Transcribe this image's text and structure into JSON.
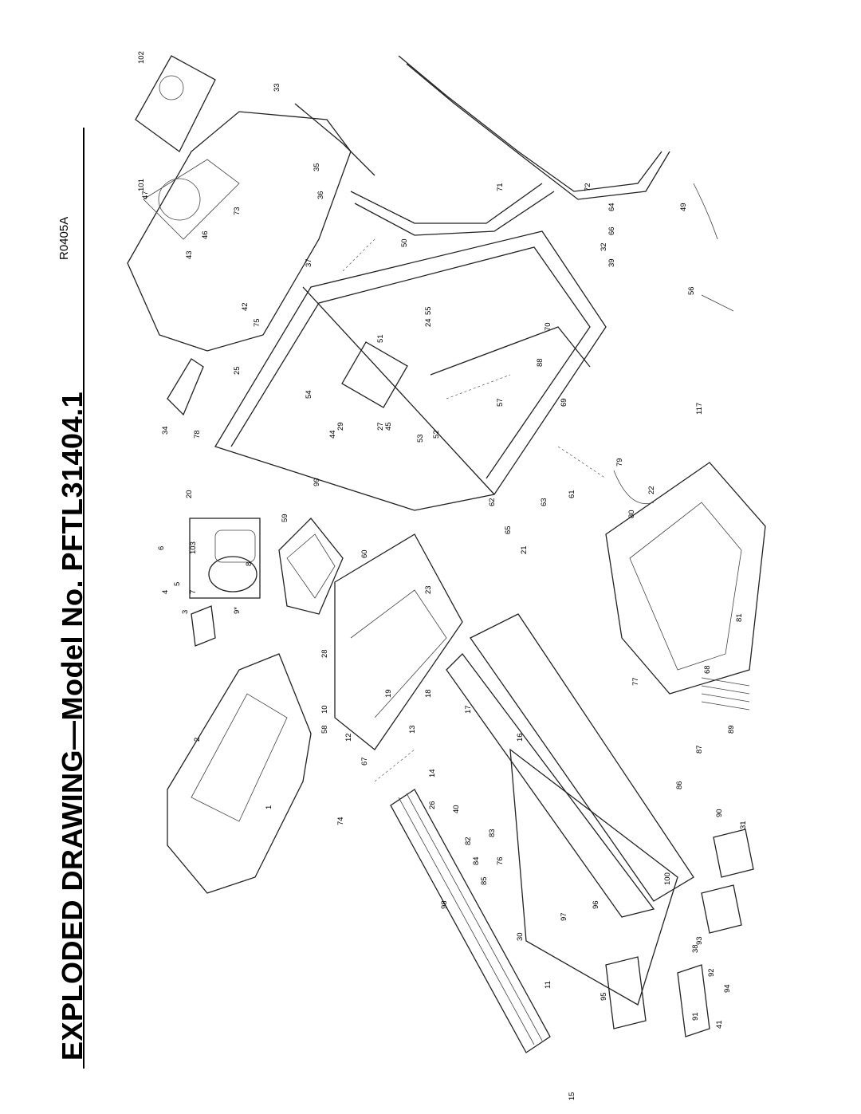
{
  "title": "EXPLODED DRAWING—Model No. PFTL31404.1",
  "drawing_code": "R0405A",
  "part_numbers": [
    "1",
    "2",
    "3",
    "4",
    "5",
    "6",
    "7",
    "8",
    "9*",
    "10",
    "11",
    "12",
    "13",
    "14",
    "15",
    "16",
    "17",
    "18",
    "19",
    "20",
    "21",
    "22",
    "23",
    "24",
    "25",
    "26",
    "27",
    "28",
    "29",
    "30",
    "31",
    "32",
    "33",
    "34",
    "35",
    "36",
    "37",
    "38",
    "39",
    "40",
    "41",
    "42",
    "43",
    "44",
    "45",
    "46",
    "47",
    "49",
    "50",
    "51",
    "52",
    "53",
    "54",
    "55",
    "56",
    "57",
    "58",
    "59",
    "60",
    "61",
    "62",
    "63",
    "64",
    "65",
    "66",
    "67",
    "68",
    "69",
    "70",
    "71",
    "72",
    "73",
    "74",
    "75",
    "76",
    "77",
    "78",
    "79",
    "80",
    "81",
    "82",
    "83",
    "84",
    "85",
    "86",
    "87",
    "88",
    "89",
    "90",
    "91",
    "92",
    "93",
    "94",
    "95",
    "96",
    "97",
    "98",
    "99",
    "100",
    "101",
    "102",
    "103",
    "117"
  ]
}
